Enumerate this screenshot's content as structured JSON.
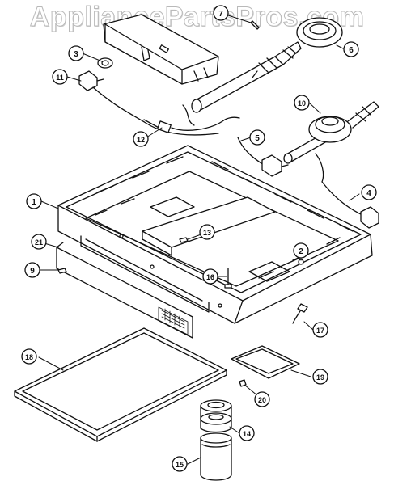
{
  "watermark": "AppliancePartsPros.com",
  "callouts": [
    {
      "id": "c1",
      "num": "1"
    },
    {
      "id": "c2",
      "num": "2"
    },
    {
      "id": "c3",
      "num": "3"
    },
    {
      "id": "c4",
      "num": "4"
    },
    {
      "id": "c5",
      "num": "5"
    },
    {
      "id": "c6",
      "num": "6"
    },
    {
      "id": "c7",
      "num": "7"
    },
    {
      "id": "c9",
      "num": "9"
    },
    {
      "id": "c10",
      "num": "10"
    },
    {
      "id": "c11",
      "num": "11"
    },
    {
      "id": "c12",
      "num": "12"
    },
    {
      "id": "c13",
      "num": "13"
    },
    {
      "id": "c14",
      "num": "14"
    },
    {
      "id": "c15",
      "num": "15"
    },
    {
      "id": "c16",
      "num": "16"
    },
    {
      "id": "c17",
      "num": "17"
    },
    {
      "id": "c18",
      "num": "18"
    },
    {
      "id": "c19",
      "num": "19"
    },
    {
      "id": "c20",
      "num": "20"
    },
    {
      "id": "c21",
      "num": "21"
    }
  ],
  "colors": {
    "line": "#111111",
    "fill": "#ffffff",
    "watermark": "#b9b9b9"
  }
}
